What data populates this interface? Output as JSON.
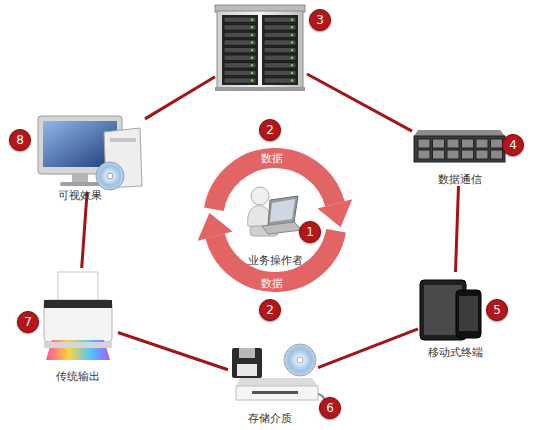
{
  "diagram": {
    "nodes": [
      {
        "text": [
          "3"
        ]
      },
      {
        "text": [
          "8",
          "可视效果"
        ]
      },
      {
        "text": [
          "4",
          "数据通信"
        ]
      },
      {
        "text": [
          "1",
          "业务操作者"
        ]
      },
      {
        "text": [
          "7",
          "传统输出"
        ]
      },
      {
        "text": [
          "5",
          "移动式终端"
        ]
      },
      {
        "text": [
          "6",
          "存储介质"
        ]
      }
    ],
    "edges": [
      {
        "from": 0,
        "to": 2,
        "arrow": "none"
      },
      {
        "from": 2,
        "to": 5,
        "arrow": "none"
      },
      {
        "from": 5,
        "to": 6,
        "arrow": "none"
      },
      {
        "from": 6,
        "to": 4,
        "arrow": "none"
      },
      {
        "from": 4,
        "to": 1,
        "arrow": "none"
      },
      {
        "from": 1,
        "to": 0,
        "arrow": "none"
      }
    ],
    "labels": [
      "2",
      "数据",
      "数据",
      "2"
    ]
  }
}
